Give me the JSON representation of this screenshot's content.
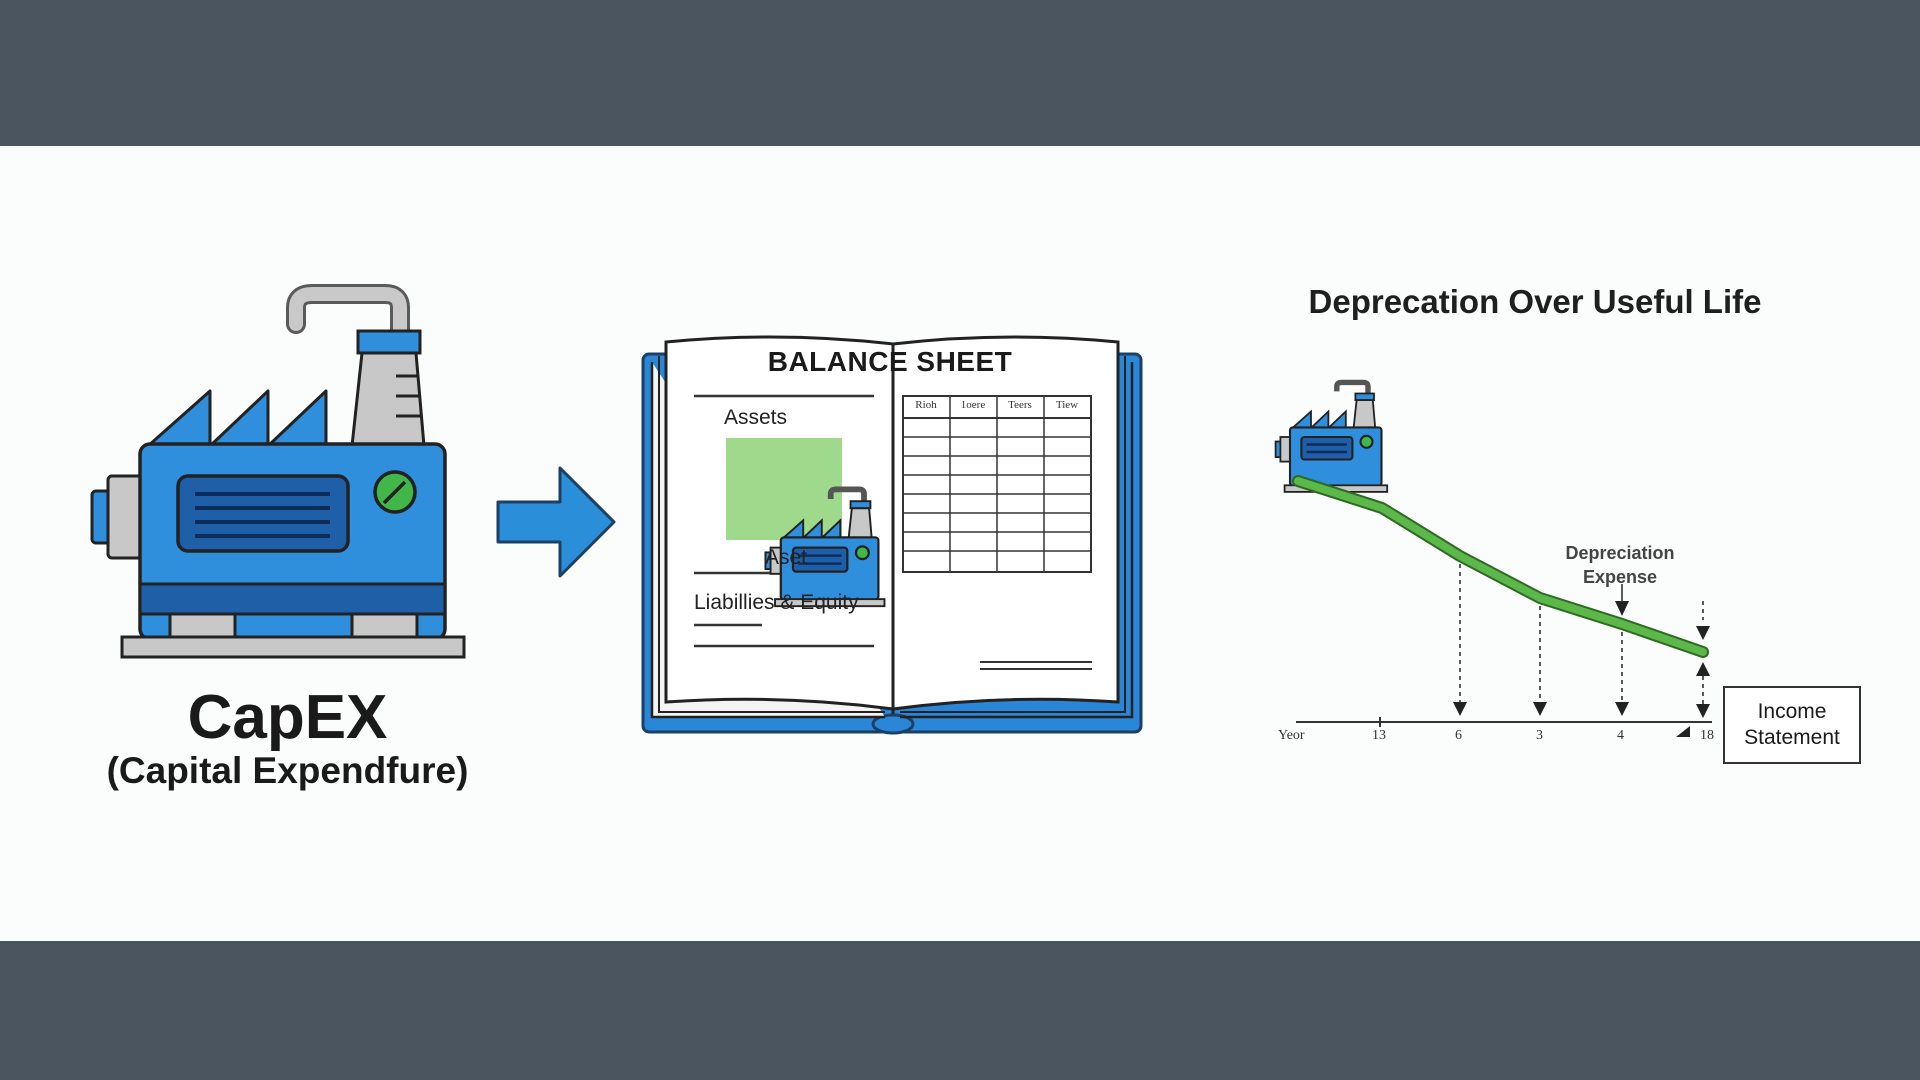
{
  "capex": {
    "title": "CapEX",
    "subtitle": "(Capital Expendfure)"
  },
  "balance_sheet": {
    "title": "BALANCE SHEET",
    "assets_label": "Assets",
    "asset_label": "Aset",
    "liabilities_label": "Liabillies & Equity",
    "column_headers": [
      "Rioh",
      "1oere",
      "Teers",
      "Tiew"
    ]
  },
  "depreciation": {
    "title": "Deprecation Over Useful Life",
    "expense_label_line1": "Depreciation",
    "expense_label_line2": "Expense",
    "axis_labels": [
      "Yeor",
      "13",
      "6",
      "3",
      "4",
      "18"
    ],
    "income_line1": "Income",
    "income_line2": "Statement"
  },
  "colors": {
    "band": "#4a5560",
    "machine_blue": "#2f8fdc",
    "machine_dark": "#1f5fa8",
    "arrow_blue": "#2a8fd8",
    "book_blue": "#2a86d6",
    "curve_green": "#5cb84a",
    "asset_bg_green": "#9fd98c",
    "gauge_green": "#43b649"
  }
}
